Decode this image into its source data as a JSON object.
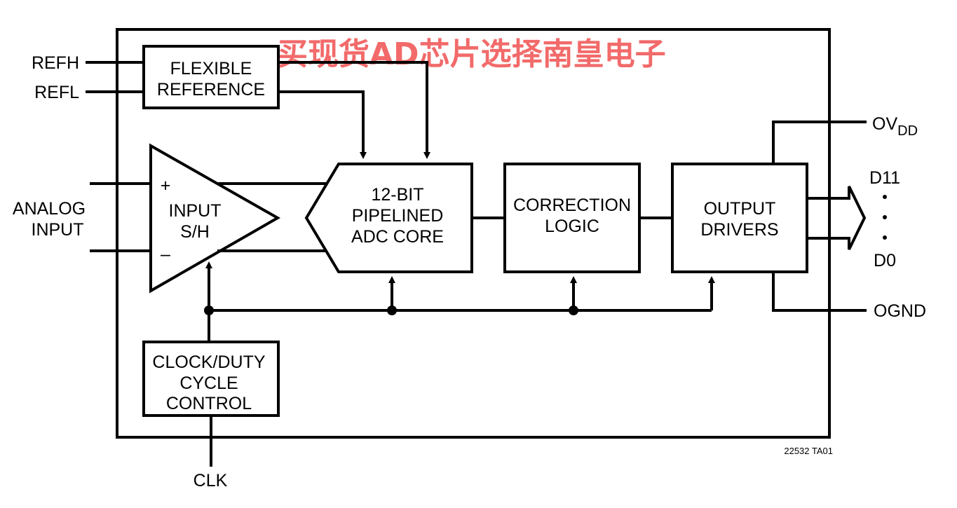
{
  "watermark": "买现货AD芯片选择南皇电子",
  "figure_id": "22532 TA01",
  "pins": {
    "refh": "REFH",
    "refl": "REFL",
    "analog_input_line1": "ANALOG",
    "analog_input_line2": "INPUT",
    "clk": "CLK",
    "ovdd_main": "OV",
    "ovdd_sub": "DD",
    "d11": "D11",
    "d0": "D0",
    "ognd": "OGND"
  },
  "blocks": {
    "flexible_reference": [
      "FLEXIBLE",
      "REFERENCE"
    ],
    "input_sh": [
      "INPUT",
      "S/H"
    ],
    "adc_core": [
      "12-BIT",
      "PIPELINED",
      "ADC CORE"
    ],
    "correction_logic": [
      "CORRECTION",
      "LOGIC"
    ],
    "output_drivers": [
      "OUTPUT",
      "DRIVERS"
    ],
    "clock_duty": [
      "CLOCK/DUTY",
      "CYCLE",
      "CONTROL"
    ]
  },
  "symbols": {
    "plus": "+",
    "minus": "–"
  }
}
